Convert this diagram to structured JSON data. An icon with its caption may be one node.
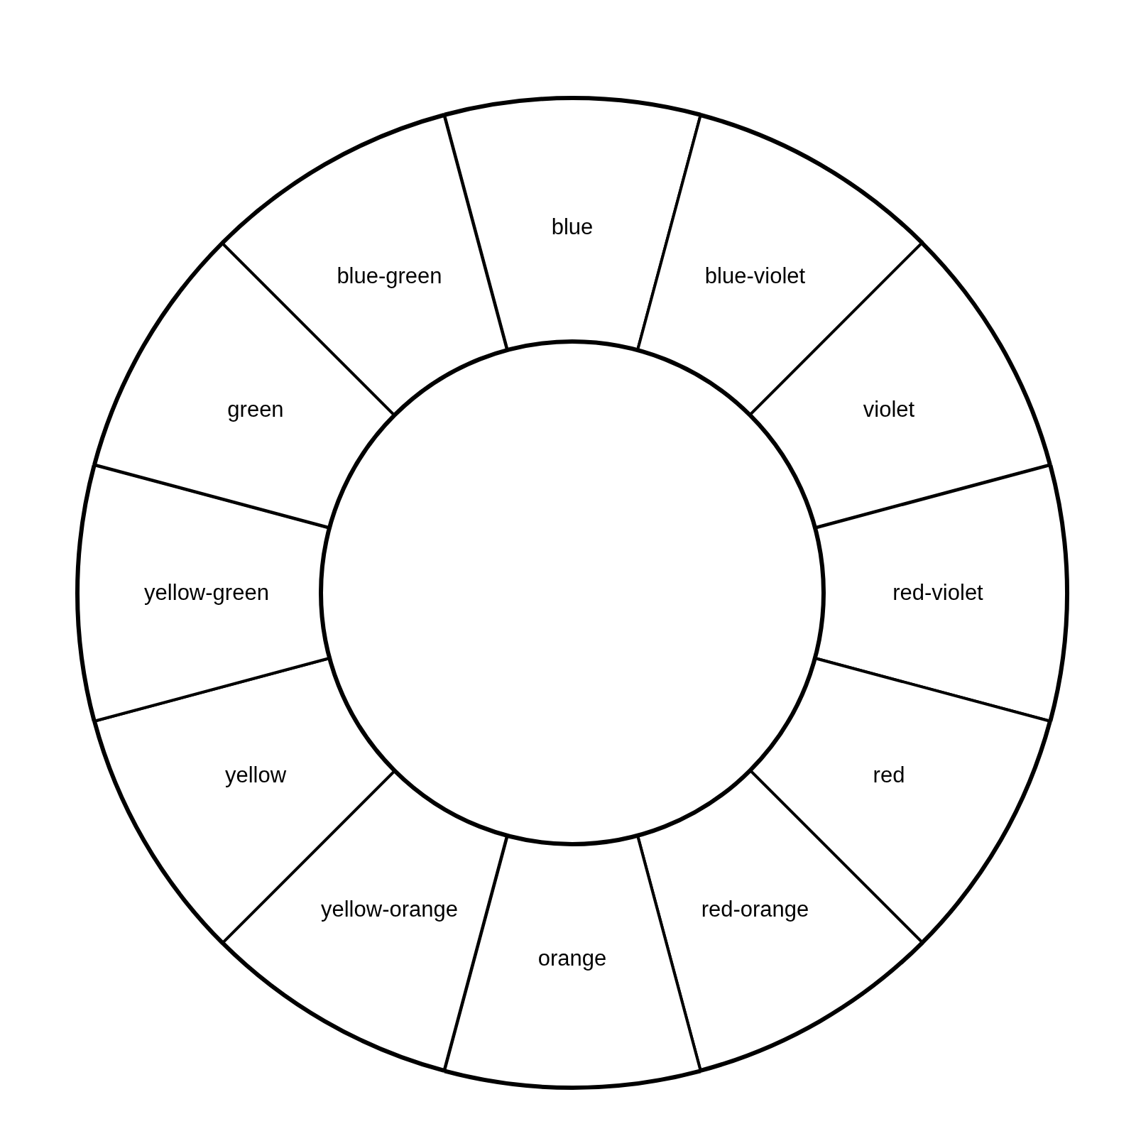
{
  "diagram": {
    "nodes": [
      {
        "text": [
          "blue"
        ]
      },
      {
        "text": [
          "blue-violet"
        ]
      },
      {
        "text": [
          "violet"
        ]
      },
      {
        "text": [
          "red-violet"
        ]
      },
      {
        "text": [
          "red"
        ]
      },
      {
        "text": [
          "red-orange"
        ]
      },
      {
        "text": [
          "orange"
        ]
      },
      {
        "text": [
          "yellow-orange"
        ]
      },
      {
        "text": [
          "yellow"
        ]
      },
      {
        "text": [
          "yellow-green"
        ]
      },
      {
        "text": [
          "green"
        ]
      },
      {
        "text": [
          "blue-green"
        ]
      },
      {
        "text": [],
        "shape": "circle"
      }
    ]
  }
}
